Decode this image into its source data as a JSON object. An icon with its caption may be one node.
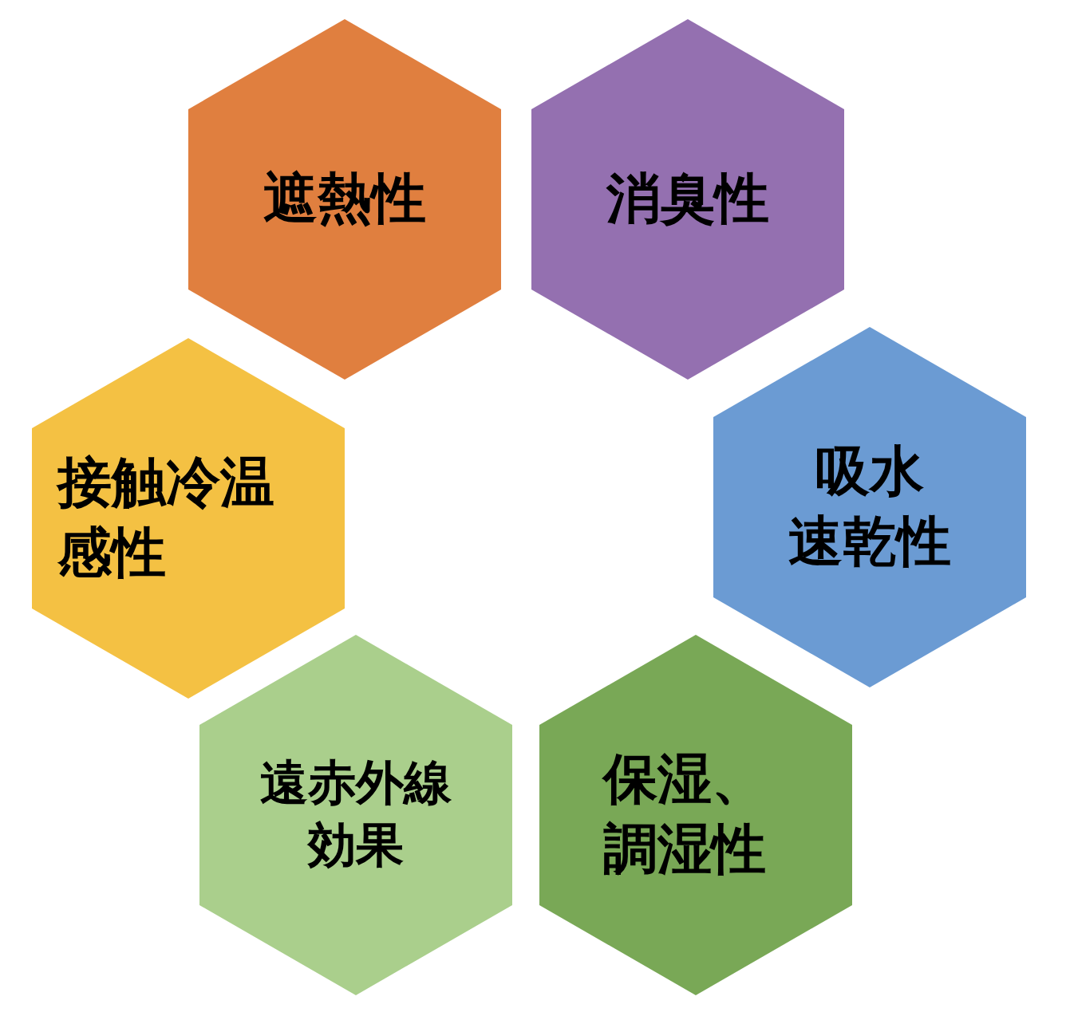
{
  "diagram": {
    "nodes": [
      {
        "text": [
          "遮熱性"
        ]
      },
      {
        "text": [
          "消臭性"
        ]
      },
      {
        "text": [
          "接触冷温感性"
        ]
      },
      {
        "text": [
          "吸水速乾性"
        ]
      },
      {
        "text": [
          "遠赤外線効果"
        ]
      },
      {
        "text": [
          "保湿、調湿性"
        ]
      }
    ]
  }
}
